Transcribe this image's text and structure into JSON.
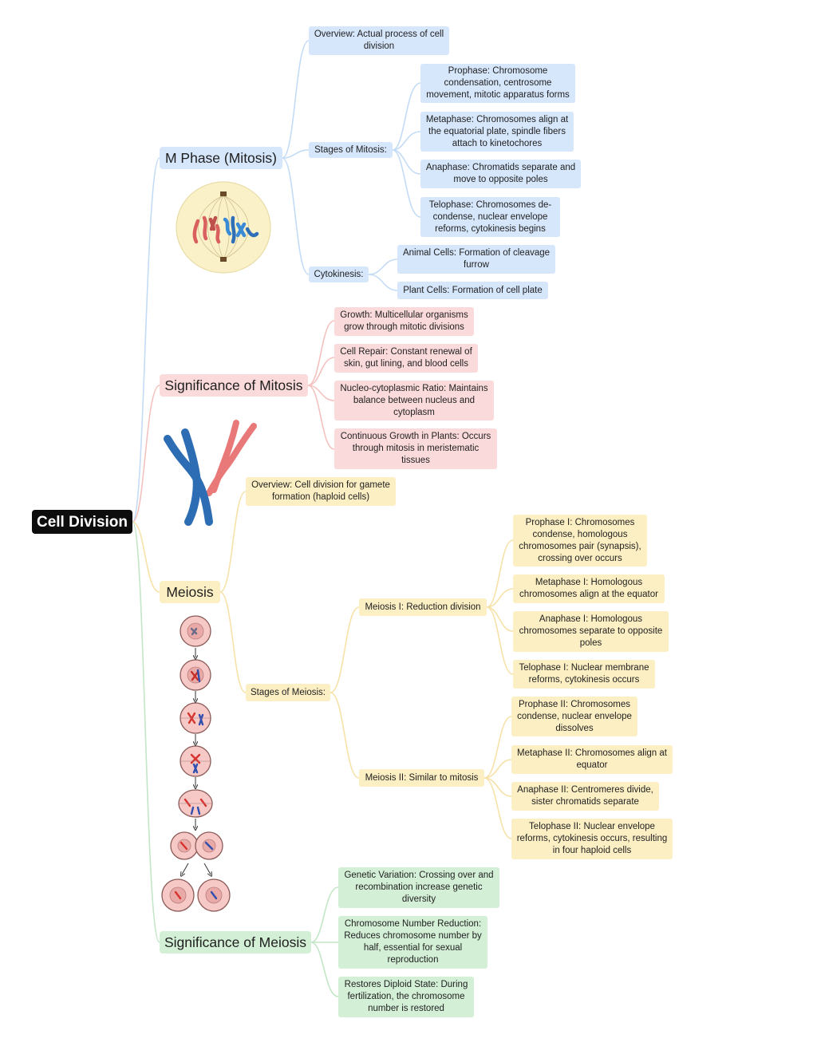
{
  "colors": {
    "blue_branch": "#c4dbf6",
    "red_branch": "#f3c2bf",
    "yellow_branch": "#f6e2a8",
    "green_branch": "#c3e6c6",
    "root_fill": "#0d0d0d"
  },
  "root": "Cell Division",
  "mphase": {
    "title": "M Phase (Mitosis)",
    "overview": "Overview: Actual process of cell division",
    "stages_label": "Stages of Mitosis:",
    "stages": [
      "Prophase: Chromosome condensation, centrosome movement, mitotic apparatus forms",
      "Metaphase: Chromosomes align at the equatorial plate, spindle fibers attach to kinetochores",
      "Anaphase: Chromatids separate and move to opposite poles",
      "Telophase: Chromosomes de-condense, nuclear envelope reforms, cytokinesis begins"
    ],
    "cytokinesis_label": "Cytokinesis:",
    "cytokinesis": [
      "Animal Cells: Formation of cleavage furrow",
      "Plant Cells: Formation of cell plate"
    ]
  },
  "sig_mitosis": {
    "title": "Significance of Mitosis",
    "items": [
      "Growth: Multicellular organisms grow through mitotic divisions",
      "Cell Repair: Constant renewal of skin, gut lining, and blood cells",
      "Nucleo-cytoplasmic Ratio: Maintains balance between nucleus and cytoplasm",
      "Continuous Growth in Plants: Occurs through mitosis in meristematic tissues"
    ]
  },
  "meiosis": {
    "title": "Meiosis",
    "overview": "Overview: Cell division for gamete formation (haploid cells)",
    "stages_label": "Stages of Meiosis:",
    "meiosis1_label": "Meiosis I: Reduction division",
    "meiosis1": [
      "Prophase I: Chromosomes condense, homologous chromosomes pair (synapsis), crossing over occurs",
      "Metaphase I: Homologous chromosomes align at the equator",
      "Anaphase I: Homologous chromosomes separate to opposite poles",
      "Telophase I: Nuclear membrane reforms, cytokinesis occurs"
    ],
    "meiosis2_label": "Meiosis II: Similar to mitosis",
    "meiosis2": [
      "Prophase II: Chromosomes condense, nuclear envelope dissolves",
      "Metaphase II: Chromosomes align at equator",
      "Anaphase II: Centromeres divide, sister chromatids separate",
      "Telophase II: Nuclear envelope reforms, cytokinesis occurs, resulting in four haploid cells"
    ]
  },
  "sig_meiosis": {
    "title": "Significance of Meiosis",
    "items": [
      "Genetic Variation: Crossing over and recombination increase genetic diversity",
      "Chromosome Number Reduction: Reduces chromosome number by half, essential for sexual reproduction",
      "Restores Diploid State: During fertilization, the chromosome number is restored"
    ]
  }
}
